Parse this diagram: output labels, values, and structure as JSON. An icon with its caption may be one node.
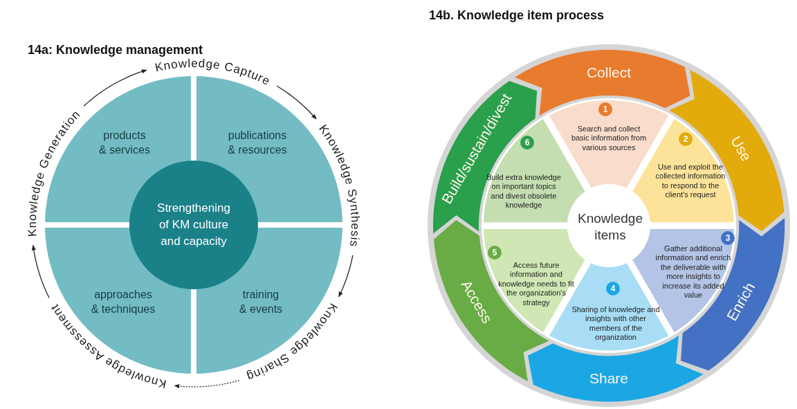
{
  "diagram": {
    "nodes": [
      {
        "text": [
          "Knowledge Generation"
        ]
      },
      {
        "text": [
          "Knowledge Capture"
        ]
      },
      {
        "text": [
          "Knowledge Synthesis"
        ]
      },
      {
        "text": [
          "Knowledge Sharing"
        ]
      },
      {
        "text": [
          "Knowledge Assessment"
        ]
      },
      {
        "text": [
          "products & services"
        ]
      },
      {
        "text": [
          "publications & resources"
        ]
      },
      {
        "text": [
          "approaches & techniques"
        ]
      },
      {
        "text": [
          "training & events"
        ]
      },
      {
        "text": [
          "Strengthening of KM culture and capacity"
        ]
      },
      {
        "text": [
          "Collect"
        ]
      },
      {
        "text": [
          "Use"
        ]
      },
      {
        "text": [
          "Enrich"
        ]
      },
      {
        "text": [
          "Share"
        ]
      },
      {
        "text": [
          "Access"
        ]
      },
      {
        "text": [
          "Build/sustain/divest"
        ]
      },
      {
        "text": [
          "1",
          "Search and collect basic information from various sources"
        ]
      },
      {
        "text": [
          "2",
          "Use and exploit the collected information to respond to the client's request"
        ]
      },
      {
        "text": [
          "3",
          "Gather additional information and enrich the deliverable with more insights to increase its added value"
        ]
      },
      {
        "text": [
          "4",
          "Sharing of knowledge and insights with other members of the organization"
        ]
      },
      {
        "text": [
          "5",
          "Access future information and knowledge needs to fit the organization's strategy"
        ]
      },
      {
        "text": [
          "6",
          "Build extra knowledge on important topics and divest obsolete knowledge"
        ]
      },
      {
        "text": [
          "Knowledge items"
        ]
      }
    ],
    "edges": [
      {
        "from": 0,
        "to": 1,
        "arrow": "to"
      },
      {
        "from": 1,
        "to": 2,
        "arrow": "to"
      },
      {
        "from": 2,
        "to": 3,
        "arrow": "to"
      },
      {
        "from": 3,
        "to": 4,
        "arrow": "to",
        "style": "dashed"
      },
      {
        "from": 4,
        "to": 0,
        "arrow": "to"
      }
    ],
    "labels": [
      "14a: Knowledge management",
      "14b. Knowledge item process"
    ]
  }
}
